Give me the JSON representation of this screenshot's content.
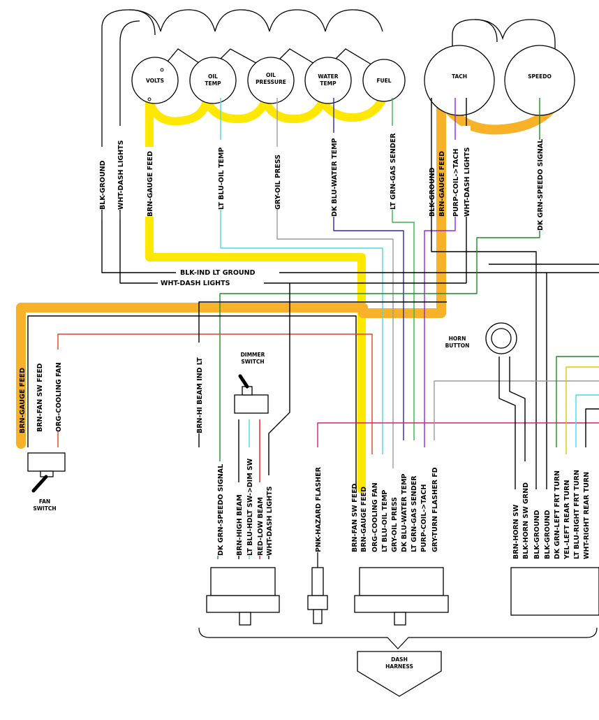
{
  "gauges": {
    "volts": "VOLTS",
    "oil_temp_1": "OIL",
    "oil_temp_2": "TEMP",
    "oil_pressure_1": "OIL",
    "oil_pressure_2": "PRESSURE",
    "water_temp_1": "WATER",
    "water_temp_2": "TEMP",
    "fuel": "FUEL",
    "tach": "TACH",
    "speedo": "SPEEDO"
  },
  "components": {
    "horn_1": "HORN",
    "horn_2": "BUTTON",
    "dimmer_1": "DIMMER",
    "dimmer_2": "SWITCH",
    "fan_1": "FAN",
    "fan_2": "SWITCH",
    "dash_1": "DASH",
    "dash_2": "HARNESS"
  },
  "upper_labels": {
    "blk_ground": "BLK-GROUND",
    "wht_dash_lights": "WHT-DASH LIGHTS",
    "brn_gauge_feed": "BRN-GAUGE FEED",
    "lt_blu_oil_temp": "LT BLU-OIL TEMP",
    "gry_oil_press": "GRY-OIL PRESS",
    "dk_blu_water_temp": "DK BLU-WATER TEMP",
    "lt_grn_gas_sender": "LT GRN-GAS SENDER",
    "blk_ground_tach": "BLK-GROUND",
    "brn_gauge_feed_tach": "BRN-GAUGE FEED",
    "purp_coil_tach": "PURP-COIL->TACH",
    "wht_dash_lights_tach": "WHT-DASH LIGHTS",
    "dk_grn_speedo_signal": "DK GRN-SPEEDO SIGNAL"
  },
  "bus_labels": {
    "blk_ind_lt_ground": "BLK-IND LT GROUND",
    "wht_dash_lights": "WHT-DASH LIGHTS"
  },
  "left_labels": {
    "brn_gauge_feed": "BRN-GAUGE FEED",
    "brn_fan_sw_feed": "BRN-FAN SW FEED",
    "org_cooling_fan": "ORG-COOLING FAN",
    "brn_hi_beam_ind": "BRN-HI BEAM IND LT"
  },
  "connector_a": {
    "dk_grn_speedo": "DK GRN-SPEEDO SIGNAL",
    "brn_high_beam": "BRN-HIGH BEAM",
    "lt_blu_hdlt": "LT BLU-HDLT SW->DIM SW",
    "red_low_beam": "RED-LOW BEAM",
    "wht_dash_lights": "WHT-DASH LIGHTS"
  },
  "connector_b": {
    "pnk_hazard": "PNK-HAZARD FLASHER"
  },
  "connector_c": {
    "brn_fan_sw_feed": "BRN-FAN SW FEED",
    "brn_gauge_feed": "BRN-GAUGE FEED",
    "org_cooling_fan": "ORG-COOLING FAN",
    "lt_blu_oil_temp": "LT BLU-OIL TEMP",
    "gry_oil_press": "GRY-OIL PRESS",
    "dk_blu_water_temp": "DK BLU-WATER TEMP",
    "lt_grn_gas_sender": "LT GRN-GAS SENDER",
    "purp_coil_tach": "PURP-COIL->TACH",
    "gry_turn_flasher": "GRY-TURN FLASHER FD"
  },
  "connector_d": {
    "brn_horn_sw": "BRN-HORN SW",
    "blk_horn_sw_grnd": "BLK-HORN SW GRND",
    "blk_ground_1": "BLK-GROUND",
    "blk_ground_2": "BLK-GROUND",
    "dk_grn_left_frt": "DK GRN-LEFT FRT TURN",
    "yel_left_rear": "YEL-LEFT REAR TURN",
    "lt_blu_right_frt": "LT BLU-RIGHT FRT TURN",
    "wht_right_rear": "WHT-RIGHT REAR TURN"
  },
  "colors": {
    "highlight_yellow": "#ffe800",
    "highlight_orange": "#f7b22a",
    "lt_blue": "#4fd6e6",
    "dk_blue": "#2b2ba8",
    "lt_green": "#37b54a",
    "dk_green": "#1d8a2c",
    "gray": "#9a9a9a",
    "purple": "#8a2be2",
    "orange": "#e0431c",
    "red": "#e01a1a",
    "pink": "#d8206b",
    "yellow": "#e0c800"
  }
}
